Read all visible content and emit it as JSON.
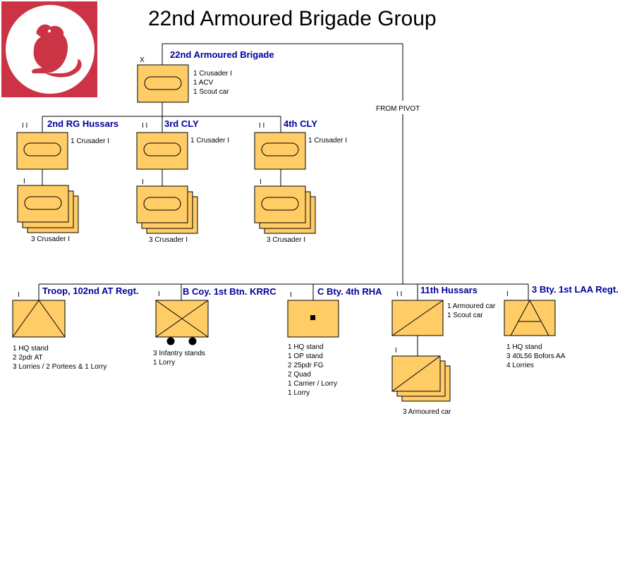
{
  "title": "22nd Armoured Brigade Group",
  "emblem": {
    "name": "desert-rat-emblem",
    "bg": "#cc3344",
    "circle": "#ffffff",
    "figure": "#cc3344"
  },
  "colors": {
    "box": "#ffcc66",
    "label": "#00009c",
    "line": "#000000"
  },
  "brigade": {
    "label": "22nd Armoured Brigade",
    "size_mark": "X",
    "equipment": [
      "1 Crusader I",
      "1 ACV",
      "1 Scout car"
    ]
  },
  "link_label": "FROM PIVOT",
  "regiments": [
    {
      "label": "2nd RG Hussars",
      "size_mark": "I I",
      "hq_equipment": [
        "1 Crusader I"
      ],
      "sub_mark": "I",
      "sub_equipment": "3 Crusader I"
    },
    {
      "label": "3rd CLY",
      "size_mark": "I I",
      "hq_equipment": [
        "1 Crusader I"
      ],
      "sub_mark": "I",
      "sub_equipment": "3 Crusader I"
    },
    {
      "label": "4th CLY",
      "size_mark": "I I",
      "hq_equipment": [
        "1 Crusader I"
      ],
      "sub_mark": "I",
      "sub_equipment": "3 Crusader I"
    }
  ],
  "support": [
    {
      "label": "Troop, 102nd AT Regt.",
      "size_mark": "I",
      "equipment": [
        "1 HQ stand",
        "2 2pdr AT",
        "3 Lorries / 2 Portees & 1 Lorry"
      ]
    },
    {
      "label": "B Coy. 1st Btn. KRRC",
      "size_mark": "I",
      "equipment": [
        "3 Infantry stands",
        "1 Lorry"
      ]
    },
    {
      "label": "C Bty. 4th RHA",
      "size_mark": "I",
      "equipment": [
        "1 HQ stand",
        "1 OP stand",
        "2 25pdr FG",
        "2 Quad",
        "1 Carrier / Lorry",
        "1 Lorry"
      ]
    },
    {
      "label": "11th Hussars",
      "size_mark": "I I",
      "equipment": [
        "1 Armoured car",
        "1 Scout car"
      ],
      "sub_mark": "I",
      "sub_equipment": "3 Armoured car"
    },
    {
      "label": "3 Bty. 1st LAA Regt.",
      "size_mark": "I",
      "equipment": [
        "1 HQ stand",
        "3 40L56 Bofors AA",
        "4 Lorries"
      ]
    }
  ]
}
